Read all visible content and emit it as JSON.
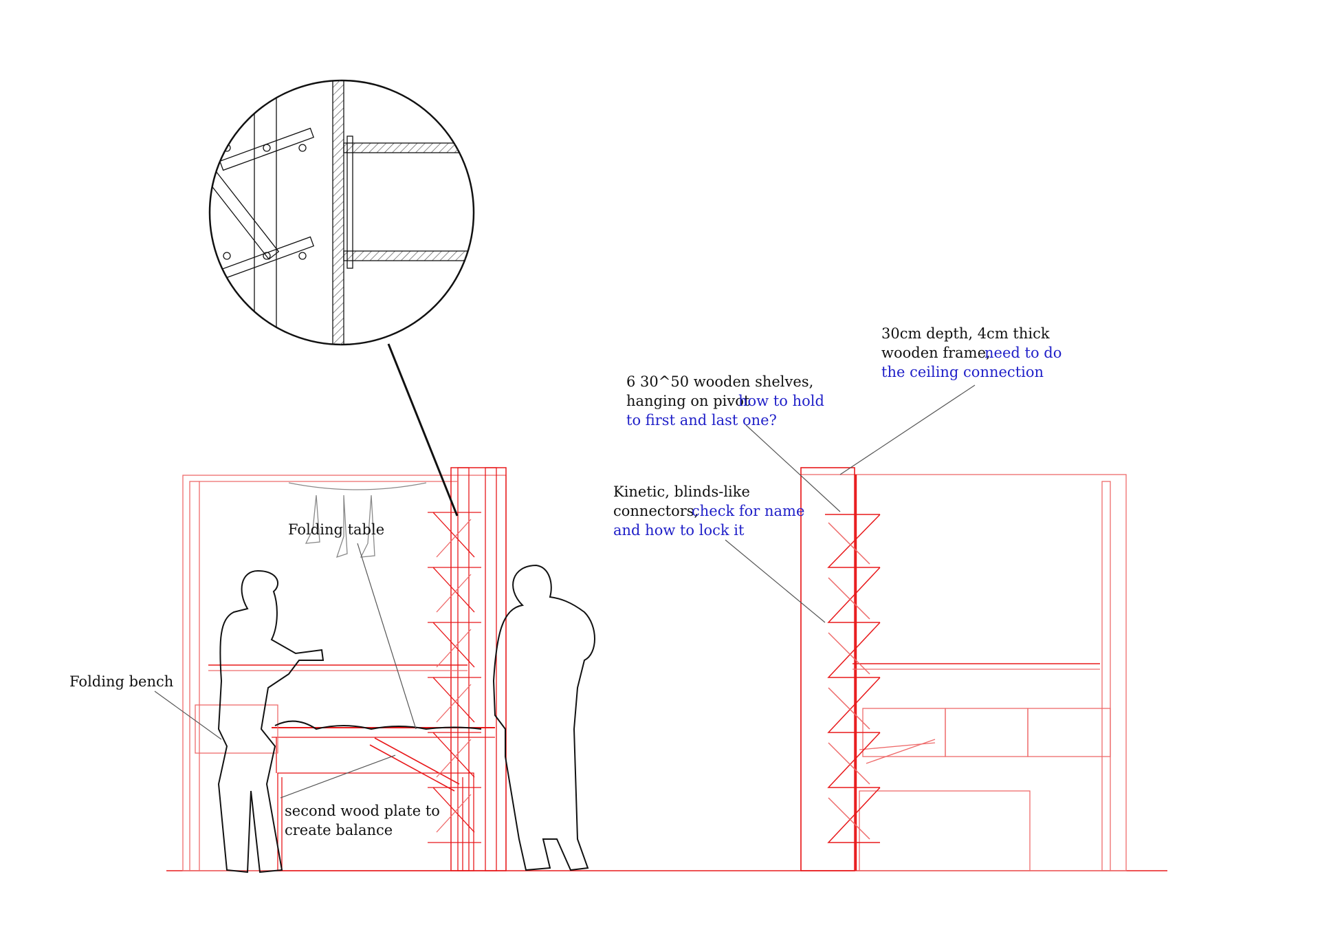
{
  "colors": {
    "ink": "#111111",
    "structure_red": "#e8181a",
    "light_red": "#ee6a6a",
    "question_blue": "#1f1fc8",
    "hatch_gray": "#555555",
    "background": "#ffffff"
  },
  "annotations": {
    "frame": {
      "line1": "30cm depth, 4cm thick",
      "line2_black": "wooden frame,",
      "line2_blue": "need to do",
      "line3_blue": "the ceiling connection"
    },
    "shelves": {
      "line1": "6 30^50 wooden shelves,",
      "line2_black": "hanging on pivot",
      "line2_blue": "how to hold",
      "line3_blue": "to first and last one?"
    },
    "connectors": {
      "line1": "Kinetic, blinds-like",
      "line2_black": "connectors,",
      "line2_blue": "check for name",
      "line3_blue": "and how to lock it"
    },
    "folding_table": "Folding table",
    "folding_bench": "Folding bench",
    "second_plate": {
      "line1": "second wood plate to",
      "line2": "create balance"
    }
  },
  "icons": [
    "detail-magnifier-icon",
    "person-left-icon",
    "person-right-icon",
    "hanging-lamp-icon"
  ]
}
